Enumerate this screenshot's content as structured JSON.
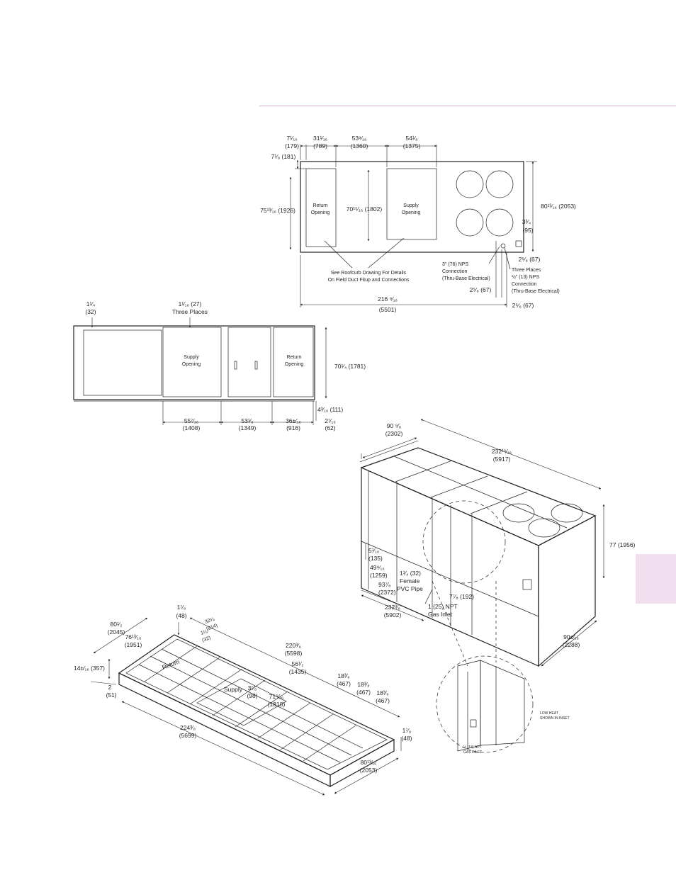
{
  "colors": {
    "rule": "#d9b3d4",
    "side_tab": "#f1dff0",
    "ink": "#231f20"
  },
  "plan_view": {
    "dims": {
      "d1": "7¹⁄₁₆",
      "d1mm": "(179)",
      "d2": "7¹⁄₈ (181)",
      "d3": "31¹⁄₁₆",
      "d3mm": "(789)",
      "d4": "53⁹⁄₁₆",
      "d4mm": "(1360)",
      "d5": "54¹⁄₈",
      "d5mm": "(1375)",
      "d6": "75¹³⁄₁₆ (1926)",
      "d7": "70¹⁵⁄₁₆ (1802)",
      "d8": "80¹³⁄₁₆ (2053)",
      "d9": "3³⁄₄",
      "d9mm": "(95)",
      "d10": "2⁵⁄₈ (67)",
      "d11": "2⁵⁄₈ (67)",
      "d12": "216 ⁹⁄₁₆",
      "d12mm": "(5501)",
      "d13": "2⁵⁄₈ (67)"
    },
    "return_opening": [
      "Return",
      "Opening"
    ],
    "supply_opening": [
      "Supply",
      "Opening"
    ],
    "note": [
      "See Roofcurb Drawing For Details",
      "On Field Duct Fitup and Connections"
    ],
    "nps_note": [
      "3\" (76) NPS",
      "Connection",
      "(Thru-Base Electrical)"
    ],
    "three_places_note": [
      "Three Places",
      "½\" (13) NPS",
      "Connection",
      "(Thru-Base Electrical)"
    ]
  },
  "side_view": {
    "dims": {
      "a": "1¹⁄₄",
      "amm": "(32)",
      "b": "1¹⁄₁₆ (27)",
      "b2": "Three Places",
      "c": "70¹⁄₄ (1781)",
      "d": "4³⁄₁₆ (111)",
      "e": "55⁷⁄₁₆",
      "emm": "(1408)",
      "f": "53¹⁄₈",
      "fmm": "(1349)",
      "g": "36±⁄₁₆",
      "gmm": "(916)",
      "h": "2⁷⁄₁₆",
      "hmm": "(62)"
    },
    "supply_opening": [
      "Supply",
      "Opening"
    ],
    "return_opening": [
      "Return",
      "Opening"
    ]
  },
  "iso_unit": {
    "dims": {
      "a": "90 ⁹⁄₈",
      "amm": "(2302)",
      "b": "232¹⁵⁄₁₆",
      "bmm": "(5917)",
      "c": "77 (1956)",
      "d": "5¹⁄₁₆",
      "dmm": "(135)",
      "e": "49⁹⁄₁₆",
      "emm": "(1259)",
      "f": "93⁷⁄₈",
      "fmm": "(2372)",
      "g": "1¹⁄₄ (32)",
      "g2": "Female",
      "g3": "PVC Pipe",
      "h": "7⁷⁄₈ (192)",
      "i": "1 (25) NPT",
      "i2": "Gas Inlet",
      "j": "232³⁄₈",
      "jmm": "(5902)",
      "k": "90±⁄₁₆",
      "kmm": "(2288)"
    },
    "inset_note": [
      "LOW HEAT",
      "SHOWN IN INSET"
    ],
    "inset_gas": [
      "½ (13) NPT",
      "GAS INLET"
    ]
  },
  "curb": {
    "return_label": "Return",
    "supply_label": "Supply",
    "dims": {
      "a": "1⁷⁄₈",
      "amm": "(48)",
      "b": "80¹⁄₂",
      "bmm": "(2045)",
      "c": "76¹³⁄₁₆",
      "cmm": "(1951)",
      "d": "32¹⁄₄",
      "dmm": "(814)",
      "e": "1¹⁄₄",
      "emm": "(32)",
      "f": "220³⁄₈",
      "fmm": "(5598)",
      "g": "14±⁄₁₆ (357)",
      "h": "2",
      "hmm": "(51)",
      "i": "3⁷⁄₈",
      "imm": "(98)",
      "j": "56¹⁄₂",
      "jmm": "(1435)",
      "k": "71⁵⁄₁₆",
      "kmm": "(1818)",
      "l": "18³⁄₈",
      "lmm": "(467)",
      "m": "18³⁄₈",
      "mmm": "(467)",
      "n": "18³⁄₈",
      "nmm": "(467)",
      "o": "224³⁄₈",
      "omm": "(5699)",
      "p": "1⁷⁄₈",
      "pmm": "(48)",
      "q": "80¹³⁄₁₆",
      "qmm": "(2053)"
    }
  }
}
